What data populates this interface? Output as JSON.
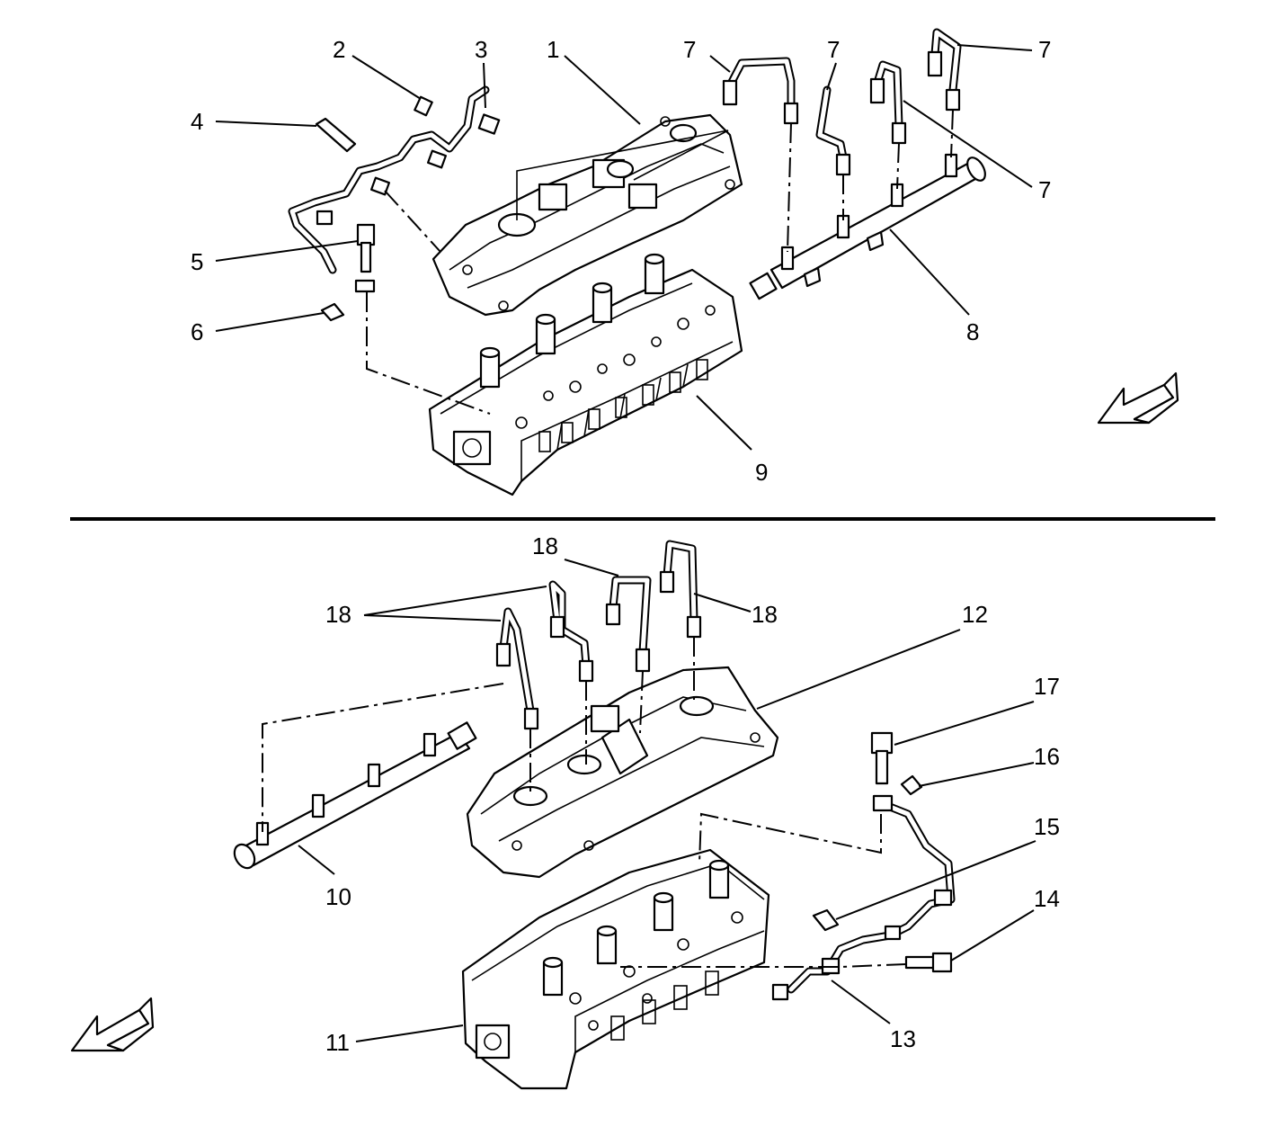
{
  "callouts": {
    "c1": "1",
    "c2": "2",
    "c3": "3",
    "c4": "4",
    "c5": "5",
    "c6": "6",
    "c7a": "7",
    "c7b": "7",
    "c7c": "7",
    "c7d": "7",
    "c8": "8",
    "c9": "9",
    "c10": "10",
    "c11": "11",
    "c12": "12",
    "c13": "13",
    "c14": "14",
    "c15": "15",
    "c16": "16",
    "c17": "17",
    "c18a": "18",
    "c18b": "18",
    "c18c": "18"
  },
  "icons": {
    "upper_arrow": "front-direction-arrow-icon",
    "lower_arrow": "front-direction-arrow-icon"
  }
}
